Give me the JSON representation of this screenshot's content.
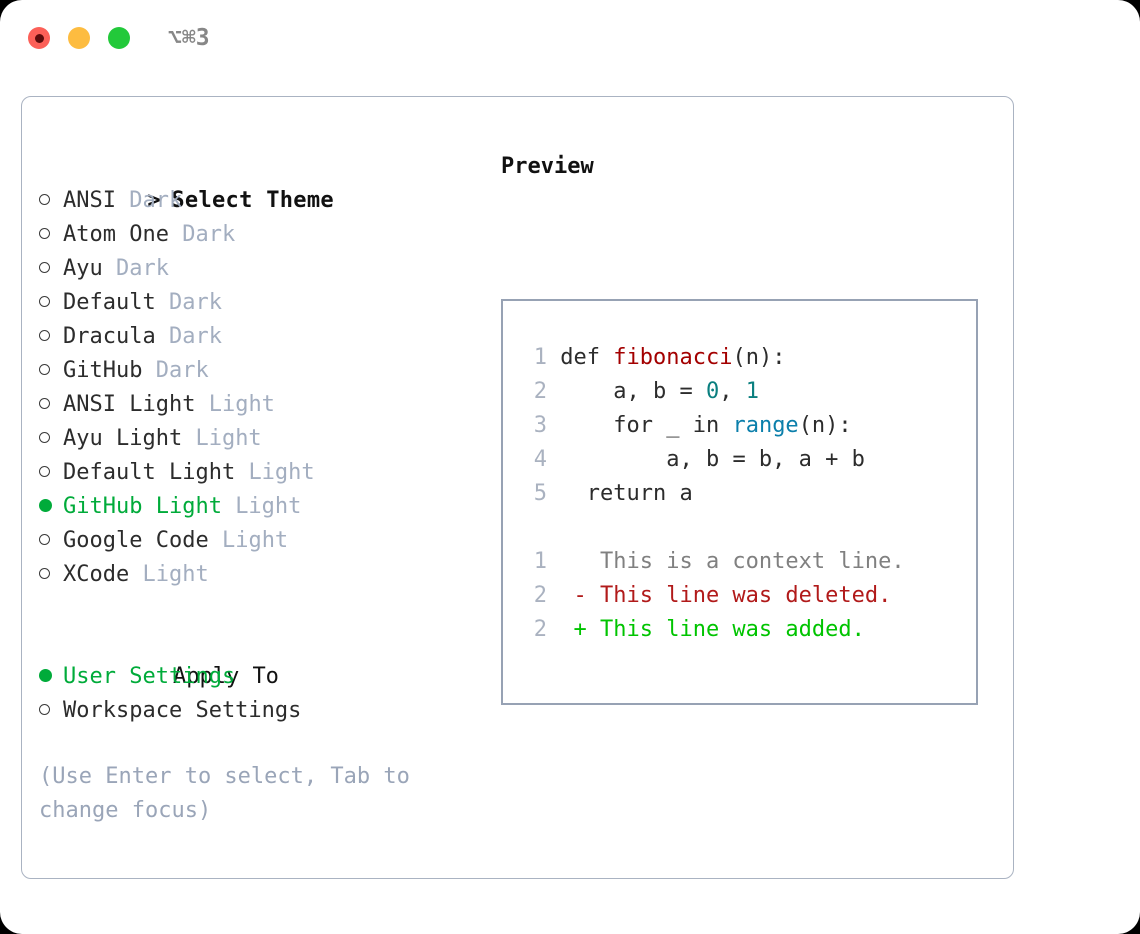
{
  "titlebar": {
    "shortcut": "⌥⌘3",
    "buttons": [
      {
        "name": "close",
        "color": "#fc6058"
      },
      {
        "name": "minimize",
        "color": "#fdbc40"
      },
      {
        "name": "maximize",
        "color": "#22c93a"
      }
    ]
  },
  "colors": {
    "accent_green": "#00ab3a",
    "muted": "#a3aec0",
    "panel_border": "#aab3c2",
    "preview_border": "#97a2b4",
    "text": "#2c2c2c",
    "diff_add": "#00c400",
    "diff_del": "#b11a1a",
    "diff_ctx": "#808080",
    "tok_fn": "#a30000",
    "tok_num": "#0a7f7f",
    "tok_call": "#0b7fab"
  },
  "theme_picker": {
    "prompt_marker": ">",
    "title": "Select Theme",
    "selected_index": 9,
    "items": [
      {
        "name": "ANSI",
        "variant": "Dark",
        "selected": false
      },
      {
        "name": "Atom One",
        "variant": "Dark",
        "selected": false
      },
      {
        "name": "Ayu",
        "variant": "Dark",
        "selected": false
      },
      {
        "name": "Default",
        "variant": "Dark",
        "selected": false
      },
      {
        "name": "Dracula",
        "variant": "Dark",
        "selected": false
      },
      {
        "name": "GitHub",
        "variant": "Dark",
        "selected": false
      },
      {
        "name": "ANSI Light",
        "variant": "Light",
        "selected": false
      },
      {
        "name": "Ayu Light",
        "variant": "Light",
        "selected": false
      },
      {
        "name": "Default Light",
        "variant": "Light",
        "selected": false
      },
      {
        "name": "GitHub Light",
        "variant": "Light",
        "selected": true
      },
      {
        "name": "Google Code",
        "variant": "Light",
        "selected": false
      },
      {
        "name": "XCode",
        "variant": "Light",
        "selected": false
      }
    ]
  },
  "apply_to": {
    "title": "Apply To",
    "options": [
      {
        "label": "User Settings",
        "selected": true
      },
      {
        "label": "Workspace Settings",
        "selected": false
      }
    ]
  },
  "hint": "(Use Enter to select, Tab to change focus)",
  "preview": {
    "title": "Preview",
    "code_lines": [
      {
        "num": "1",
        "indent": "",
        "parts": [
          {
            "text": "def ",
            "style": "plain"
          },
          {
            "text": "fibonacci",
            "style": "fn"
          },
          {
            "text": "(n):",
            "style": "plain"
          }
        ]
      },
      {
        "num": "2",
        "indent": "    ",
        "parts": [
          {
            "text": "a, b = ",
            "style": "plain"
          },
          {
            "text": "0",
            "style": "num"
          },
          {
            "text": ", ",
            "style": "plain"
          },
          {
            "text": "1",
            "style": "num"
          }
        ]
      },
      {
        "num": "3",
        "indent": "    ",
        "parts": [
          {
            "text": "for _ in ",
            "style": "plain"
          },
          {
            "text": "range",
            "style": "call"
          },
          {
            "text": "(n):",
            "style": "plain"
          }
        ]
      },
      {
        "num": "4",
        "indent": "        ",
        "parts": [
          {
            "text": "a, b = b, a + b",
            "style": "plain"
          }
        ]
      },
      {
        "num": "5",
        "indent": "  ",
        "parts": [
          {
            "text": "return a",
            "style": "plain"
          }
        ]
      }
    ],
    "diff_lines": [
      {
        "num": "1",
        "sign": "  ",
        "text": "This is a context line.",
        "kind": "ctx"
      },
      {
        "num": "2",
        "sign": "- ",
        "text": "This line was deleted.",
        "kind": "del"
      },
      {
        "num": "2",
        "sign": "+ ",
        "text": "This line was added.",
        "kind": "add"
      }
    ]
  }
}
